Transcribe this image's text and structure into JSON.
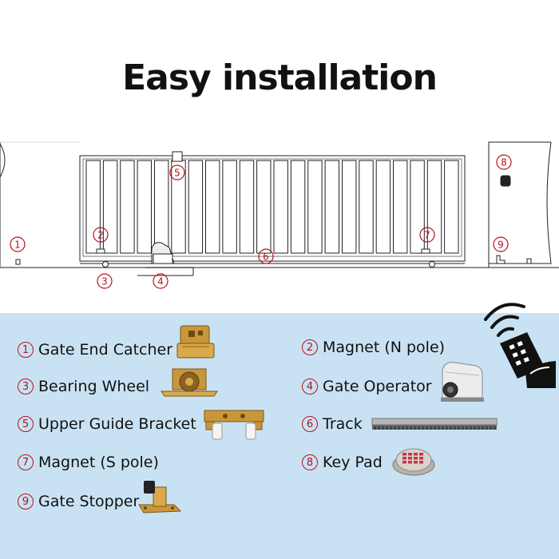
{
  "title": "Easy installation",
  "diagram_markers": [
    "1",
    "2",
    "3",
    "4",
    "5",
    "6",
    "7",
    "8",
    "9"
  ],
  "legend": [
    {
      "num": "1",
      "label": "Gate End Catcher",
      "icon": "gate-end-catcher-icon"
    },
    {
      "num": "2",
      "label": "Magnet (N pole)",
      "icon": ""
    },
    {
      "num": "3",
      "label": "Bearing Wheel",
      "icon": "bearing-wheel-icon"
    },
    {
      "num": "4",
      "label": "Gate Operator",
      "icon": "gate-operator-icon"
    },
    {
      "num": "5",
      "label": "Upper Guide Bracket",
      "icon": "upper-guide-bracket-icon"
    },
    {
      "num": "6",
      "label": "Track",
      "icon": "track-icon"
    },
    {
      "num": "7",
      "label": "Magnet (S pole)",
      "icon": ""
    },
    {
      "num": "8",
      "label": "Key Pad",
      "icon": "key-pad-icon"
    },
    {
      "num": "9",
      "label": "Gate Stopper",
      "icon": "gate-stopper-icon"
    }
  ],
  "colors": {
    "accent": "#b5121b",
    "panel": "#c9e2f3",
    "brass": "#c9973a"
  }
}
